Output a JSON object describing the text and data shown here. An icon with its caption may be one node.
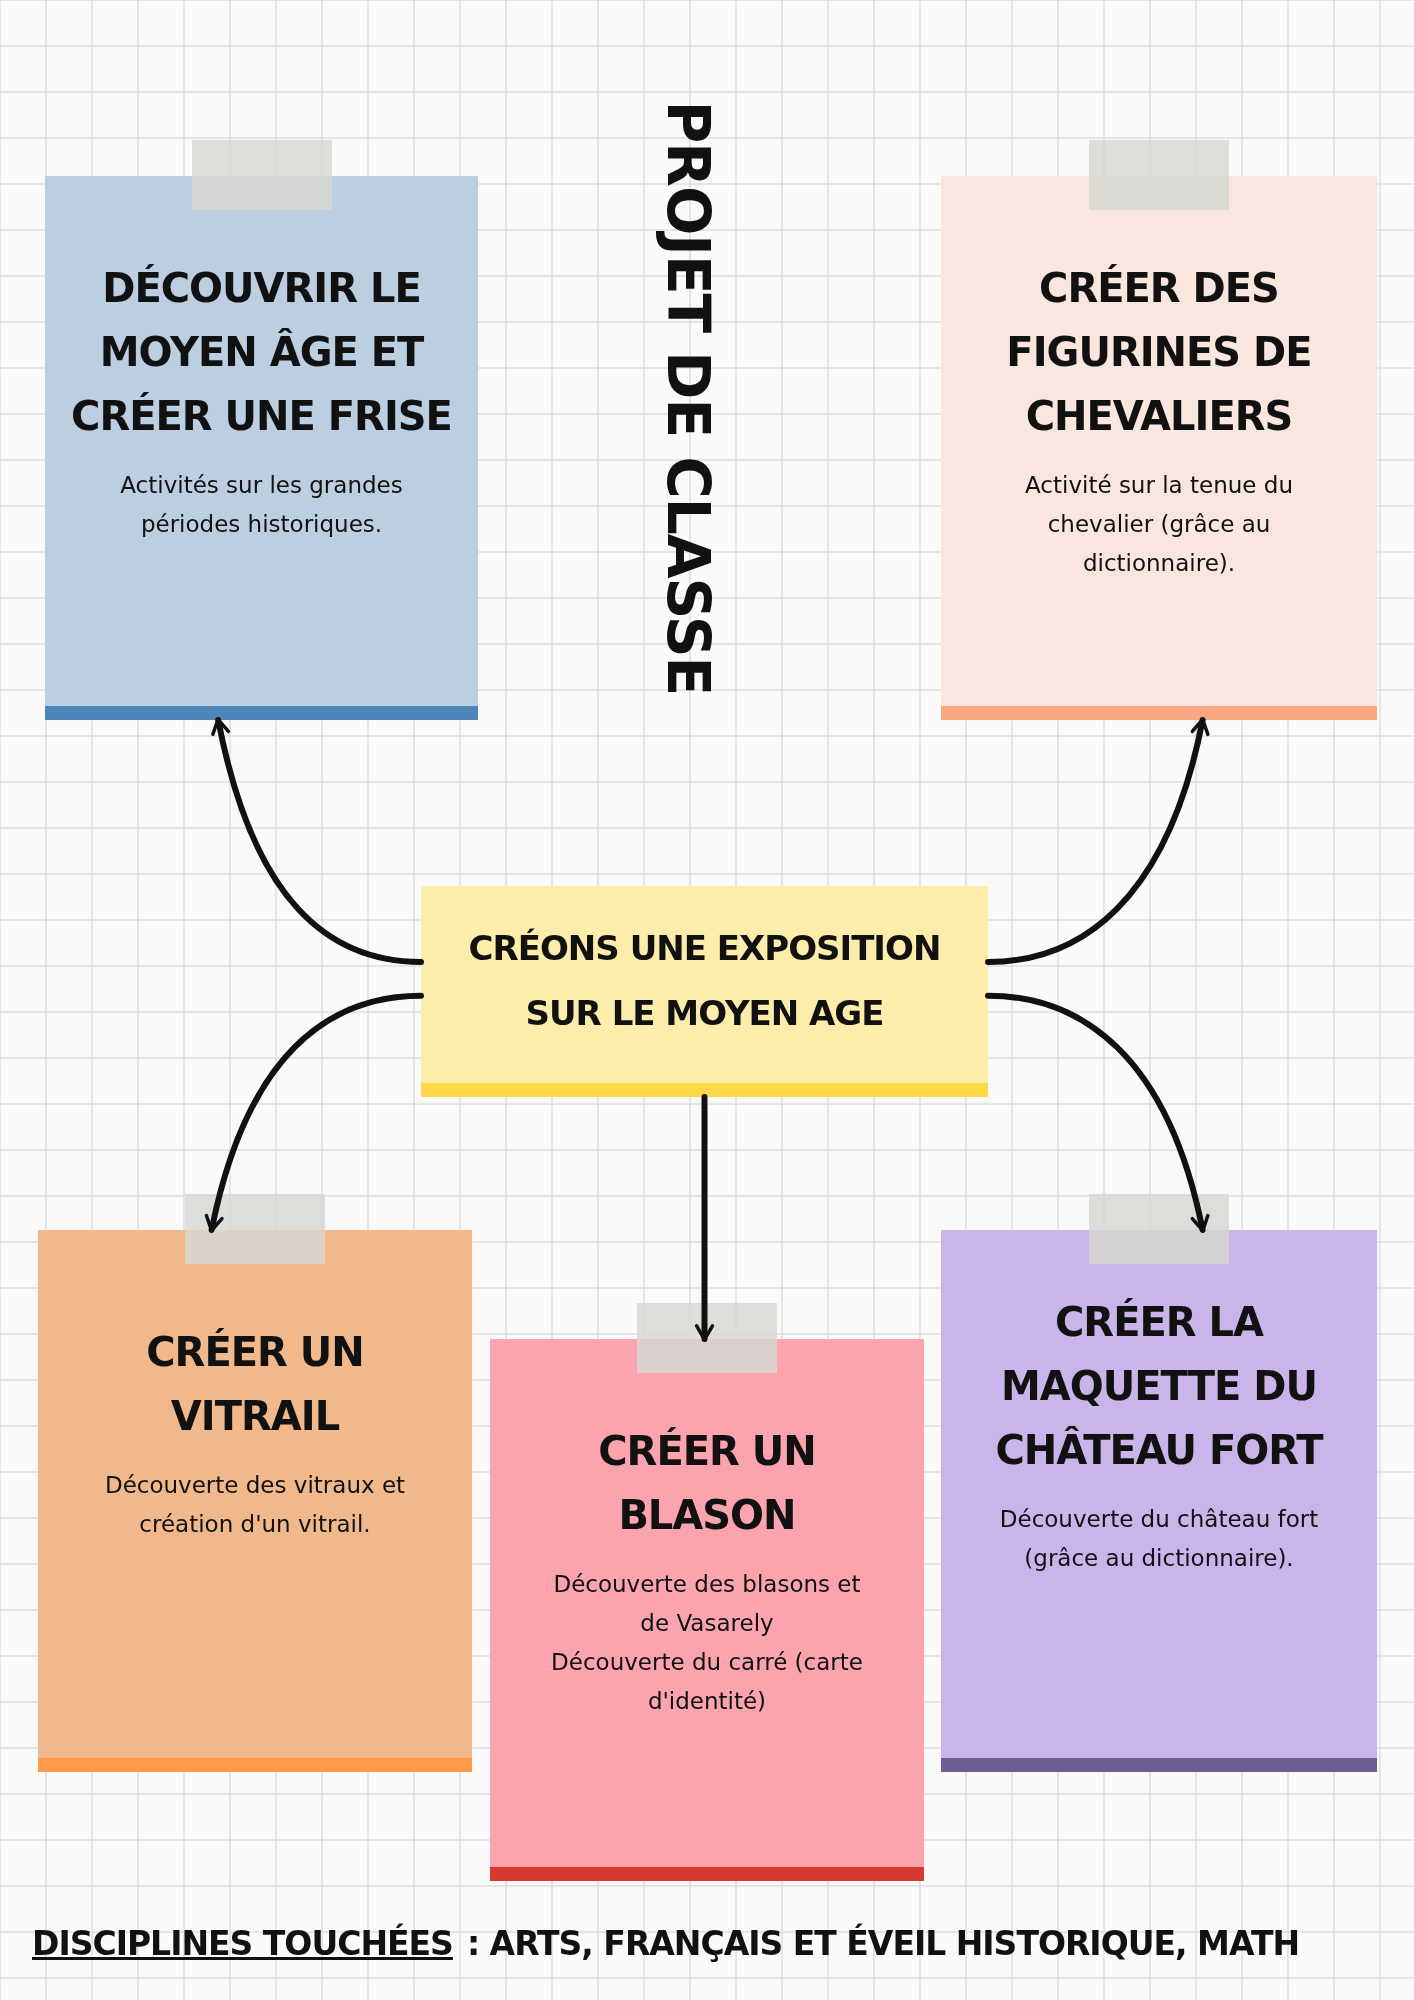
{
  "diagram": {
    "title": "PROJET DE CLASSE",
    "nodes": [
      {
        "text": [
          "DÉCOUVRIR LE MOYEN ÂGE ET CRÉER UNE FRISE",
          "Activités sur les grandes périodes historiques."
        ]
      },
      {
        "text": [
          "CRÉER DES FIGURINES DE CHEVALIERS",
          "Activité sur la tenue du chevalier (grâce au dictionnaire)."
        ]
      },
      {
        "text": [
          "CRÉONS UNE EXPOSITION SUR LE MOYEN AGE"
        ]
      },
      {
        "text": [
          "CRÉER UN VITRAIL",
          "Découverte des vitraux et création d'un vitrail."
        ]
      },
      {
        "text": [
          "CRÉER UN BLASON",
          "Découverte des blasons et de Vasarely",
          "Découverte du carré (carte d'identité)"
        ]
      },
      {
        "text": [
          "CRÉER LA MAQUETTE DU CHÂTEAU FORT",
          "Découverte du château fort (grâce au dictionnaire)."
        ]
      }
    ],
    "edges": [
      {
        "from": 2,
        "to": 0,
        "arrow": "to"
      },
      {
        "from": 2,
        "to": 1,
        "arrow": "to"
      },
      {
        "from": 2,
        "to": 3,
        "arrow": "to"
      },
      {
        "from": 2,
        "to": 4,
        "arrow": "to"
      },
      {
        "from": 2,
        "to": 5,
        "arrow": "to"
      }
    ],
    "labels": [
      "DISCIPLINES TOUCHÉES",
      ": ARTS, FRANÇAIS ET ÉVEIL HISTORIQUE, MATH"
    ]
  }
}
